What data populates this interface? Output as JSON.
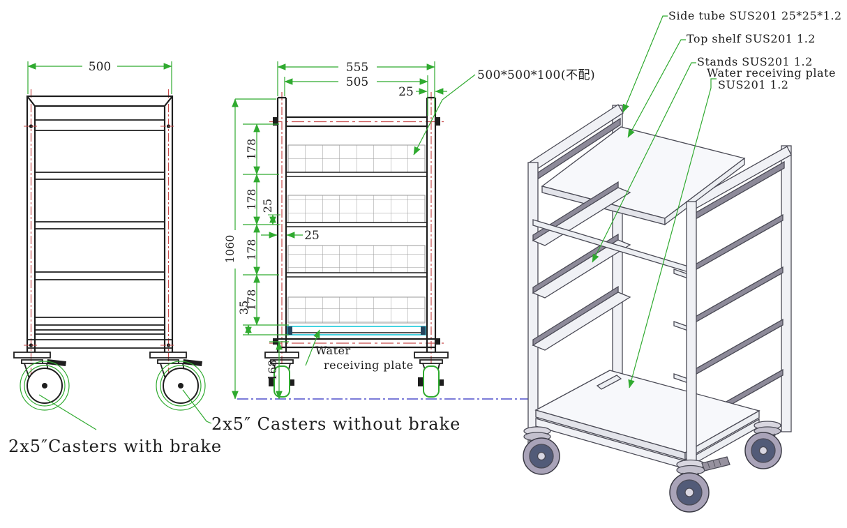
{
  "front_view": {
    "dim_width": "500",
    "caption_brake": "2x5″Casters with  brake"
  },
  "side_view": {
    "dim_overall_width": "555",
    "dim_inner_width": "505",
    "dim_post_top": "25",
    "dim_height": "1060",
    "dim_shelf_pitch": "178",
    "dim_lip": "25",
    "dim_post_side": "25",
    "dim_plate": "35",
    "dim_clearance": "168",
    "basket_note": "500*500*100(不配)",
    "water_label_1": "Water",
    "water_label_2": "receiving plate",
    "caption_no_brake": "2x5″ Casters without brake"
  },
  "iso_view": {
    "callout_side_tube": "Side tube SUS201 25*25*1.2",
    "callout_top_shelf": "Top shelf SUS201 1.2",
    "callout_stands": "Stands SUS201 1.2",
    "callout_water_1": "Water receiving plate",
    "callout_water_2": "SUS201 1.2"
  },
  "colors": {
    "dimension_green": "#2faa2f",
    "centerline_red": "#c84b4b",
    "water_plate_cyan": "#45d4e2",
    "ground_blue": "#5050cb",
    "drawing_black": "#1e1e1e"
  }
}
